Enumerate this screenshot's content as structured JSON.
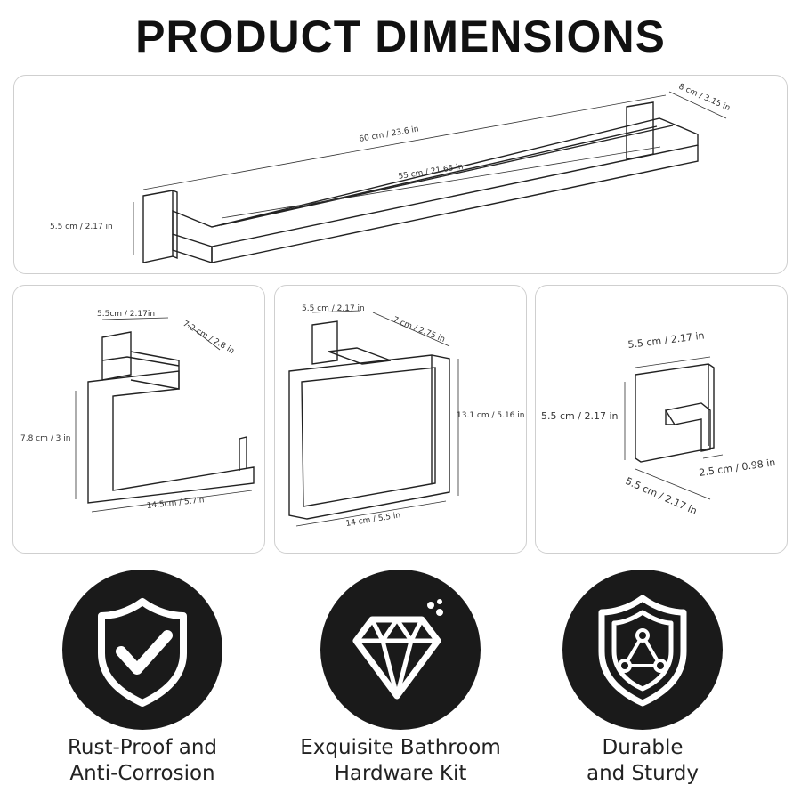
{
  "title": "PRODUCT DIMENSIONS",
  "panels": {
    "towel_bar": {
      "total_length": "60 cm / 23.6 in",
      "bar_length": "55 cm / 21.65 in",
      "depth": "8 cm / 3.15 in",
      "base_height": "5.5 cm / 2.17 in"
    },
    "paper_holder": {
      "base_width": "5.5cm / 2.17in",
      "depth": "7.2 cm / 2.8 in",
      "height": "7.8 cm / 3 in",
      "length": "14.5cm / 5.7in"
    },
    "towel_ring": {
      "base_width": "5.5 cm / 2.17 in",
      "depth": "7 cm / 2.75 in",
      "height": "13.1 cm / 5.16 in",
      "width": "14 cm / 5.5 in"
    },
    "robe_hook": {
      "base_width": "5.5 cm / 2.17 in",
      "base_height": "5.5 cm / 2.17 in",
      "hook_depth": "2.5 cm / 0.98 in",
      "base_depth": "5.5 cm / 2.17 in"
    }
  },
  "features": [
    {
      "icon": "shield-check-icon",
      "line1": "Rust-Proof and",
      "line2": "Anti-Corrosion"
    },
    {
      "icon": "diamond-icon",
      "line1": "Exquisite Bathroom",
      "line2": "Hardware Kit"
    },
    {
      "icon": "shield-triangle-icon",
      "line1": "Durable",
      "line2": "and Sturdy"
    }
  ],
  "colors": {
    "icon_circle": "#1a1a1a",
    "panel_border": "#cfcfcf",
    "text": "#222222"
  }
}
